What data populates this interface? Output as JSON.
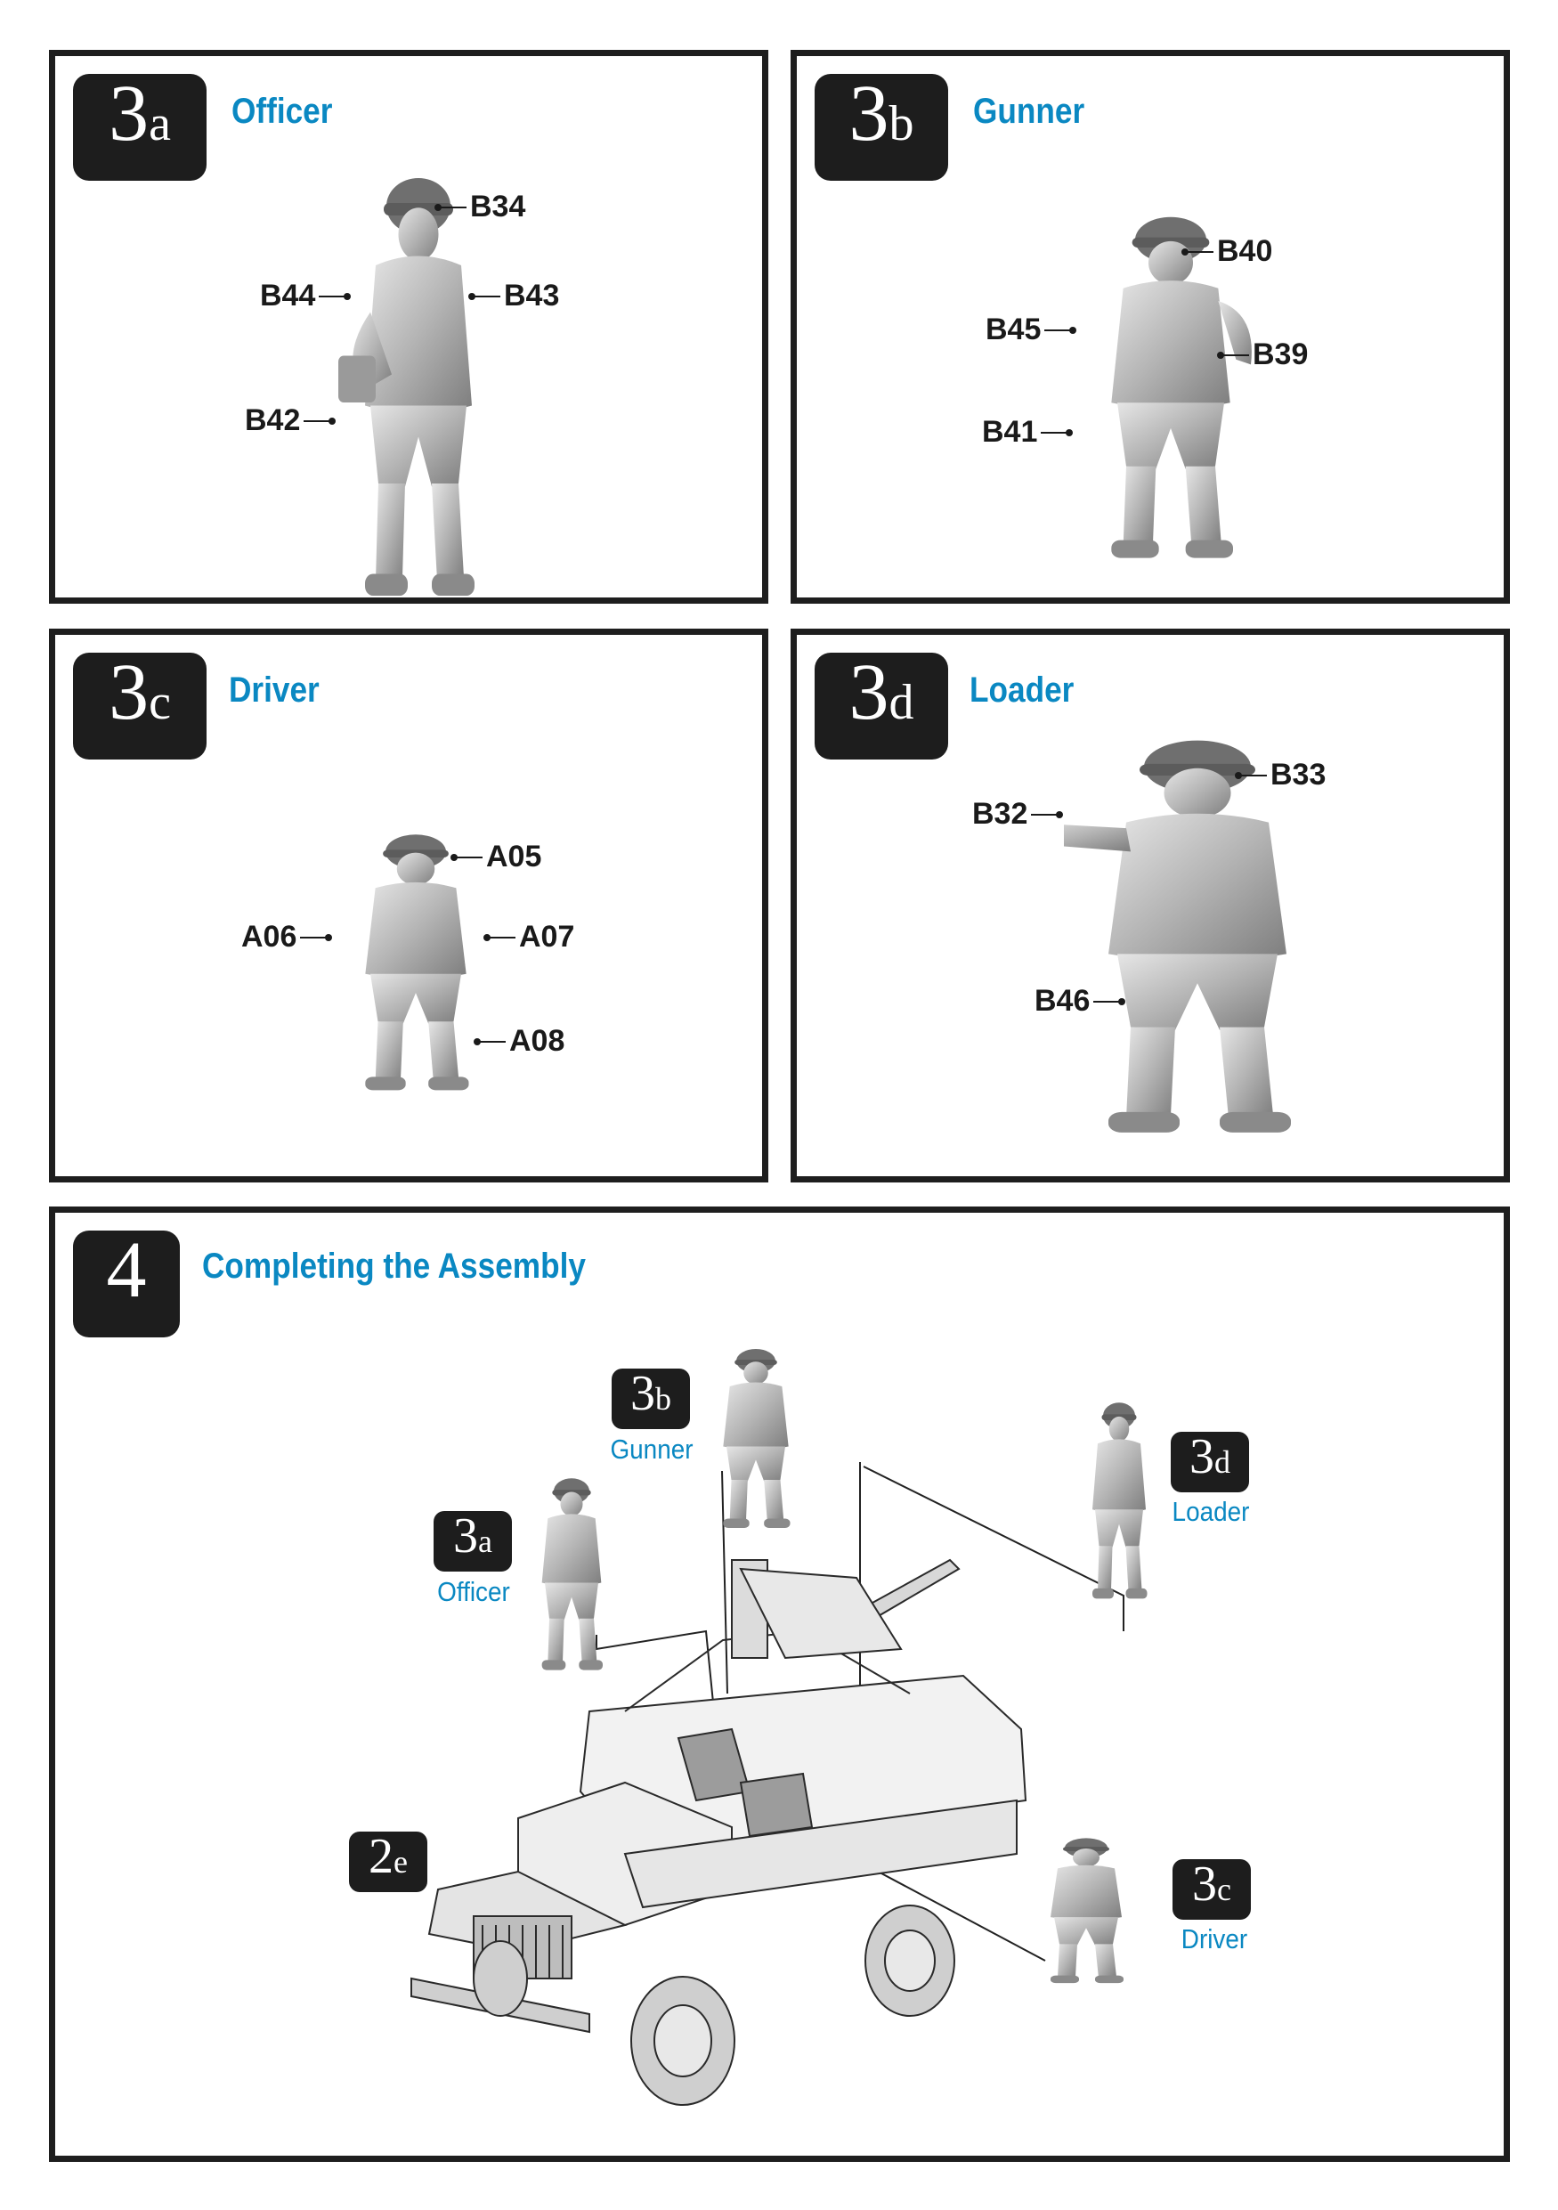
{
  "steps": {
    "s3a": {
      "num": "3",
      "letter": "a",
      "title": "Officer",
      "parts": [
        "B34",
        "B44",
        "B43",
        "B42"
      ]
    },
    "s3b": {
      "num": "3",
      "letter": "b",
      "title": "Gunner",
      "parts": [
        "B40",
        "B45",
        "B39",
        "B41"
      ]
    },
    "s3c": {
      "num": "3",
      "letter": "c",
      "title": "Driver",
      "parts": [
        "A05",
        "A06",
        "A07",
        "A08"
      ]
    },
    "s3d": {
      "num": "3",
      "letter": "d",
      "title": "Loader",
      "parts": [
        "B33",
        "B32",
        "B46"
      ]
    },
    "s4": {
      "num": "4",
      "title": "Completing the Assembly"
    }
  },
  "assembly": {
    "gunner": {
      "num": "3",
      "letter": "b",
      "label": "Gunner"
    },
    "officer": {
      "num": "3",
      "letter": "a",
      "label": "Officer"
    },
    "loader": {
      "num": "3",
      "letter": "d",
      "label": "Loader"
    },
    "driver": {
      "num": "3",
      "letter": "c",
      "label": "Driver"
    },
    "vehicle": {
      "num": "2",
      "letter": "e"
    }
  },
  "colors": {
    "accent": "#0a88c2",
    "badge": "#1d1d1d",
    "border": "#1e1e1e",
    "figure": "#b9b9b9"
  }
}
